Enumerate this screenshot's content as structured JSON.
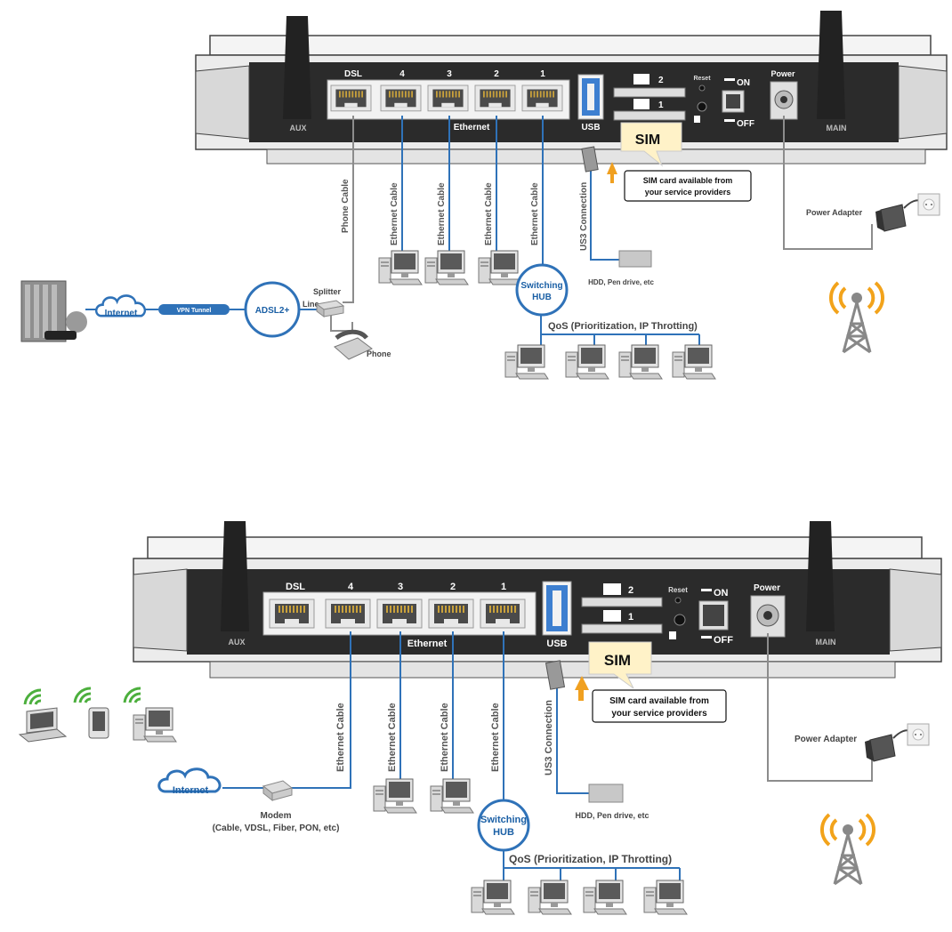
{
  "colors": {
    "cable_blue": "#2f72b8",
    "cable_gray": "#8c8c8c",
    "router_dark": "#2b2b2b",
    "sim_yellow": "#fff2c8",
    "usb_blue": "#3d7fd0",
    "orange_arrow": "#f0a020",
    "signal_orange": "#f2a31b"
  },
  "router": {
    "dsl_port": "DSL",
    "lan_ports": [
      "4",
      "3",
      "2",
      "1"
    ],
    "ethernet": "Ethernet",
    "usb": "USB",
    "sim_slots": [
      "2",
      "1"
    ],
    "reset": "Reset",
    "on": "ON",
    "off": "OFF",
    "power": "Power",
    "aux": "AUX",
    "main": "MAIN"
  },
  "top": {
    "sim": "SIM",
    "sim_note_1": "SIM card available from",
    "sim_note_2": "your service providers",
    "phone_cable": "Phone Cable",
    "ethernet_cable": "Ethernet Cable",
    "usb_connection": "US3 Connection",
    "power_adapter": "Power Adapter",
    "hdd": "HDD, Pen drive, etc",
    "switch_1": "Switching",
    "switch_2": "HUB",
    "qos": "QoS (Prioritization, IP Throtting)",
    "internet": "Internet",
    "vpn": "VPN Tunnel",
    "adsl": "ADSL2+",
    "splitter": "Splitter",
    "line": "Line",
    "phone": "Phone"
  },
  "bottom": {
    "sim": "SIM",
    "sim_note_1": "SIM card available from",
    "sim_note_2": "your service providers",
    "ethernet_cable": "Ethernet Cable",
    "usb_connection": "US3 Connection",
    "power_adapter": "Power Adapter",
    "hdd": "HDD, Pen drive, etc",
    "switch_1": "Switching",
    "switch_2": "HUB",
    "qos": "QoS (Prioritization, IP Throtting)",
    "internet": "Internet",
    "modem_1": "Modem",
    "modem_2": "(Cable, VDSL, Fiber, PON, etc)"
  }
}
